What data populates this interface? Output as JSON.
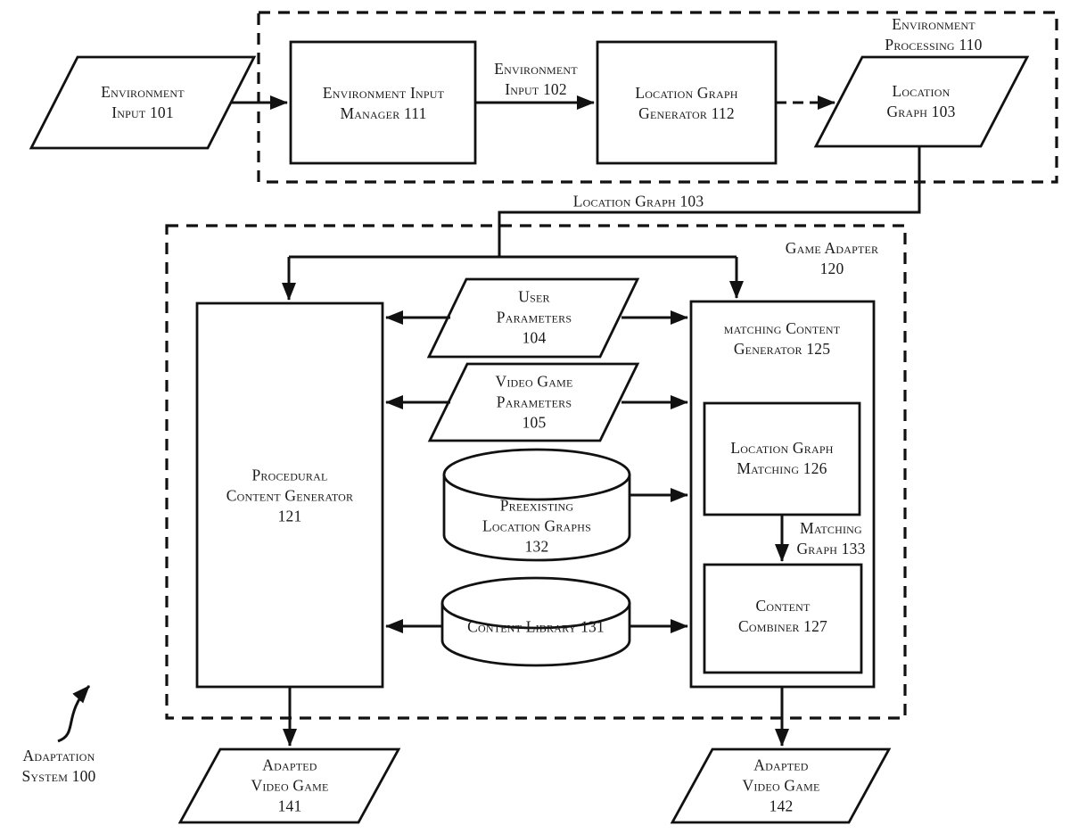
{
  "figure": {
    "system_label": "Adaptation\nSystem 100",
    "colors": {
      "ink": "#111111",
      "background": "#ffffff"
    }
  },
  "labels": {
    "environment_input_101": "Environment\nInput 101",
    "environment_processing_110": "Environment Processing 110",
    "environment_input_manager_111": "Environment Input\nManager 111",
    "environment_input_102": "Environment\nInput 102",
    "location_graph_generator_112": "Location Graph\nGenerator 112",
    "location_graph_103_node": "Location\nGraph 103",
    "location_graph_103_edge": "Location Graph 103",
    "game_adapter_120": "Game Adapter\n120",
    "procedural_content_generator_121": "Procedural\nContent Generator\n121",
    "user_parameters_104": "User\nParameters\n104",
    "video_game_parameters_105": "Video Game\nParameters\n105",
    "preexisting_location_graphs_132": "Preexisting\nLocation Graphs\n132",
    "content_library_131": "Content Library 131",
    "matching_content_generator_125": "matching Content\nGenerator 125",
    "location_graph_matching_126": "Location Graph\nMatching 126",
    "matching_graph_133": "Matching\nGraph 133",
    "content_combiner_127": "Content\nCombiner 127",
    "adapted_video_game_141": "Adapted\nVideo Game\n141",
    "adapted_video_game_142": "Adapted\nVideo Game\n142"
  }
}
